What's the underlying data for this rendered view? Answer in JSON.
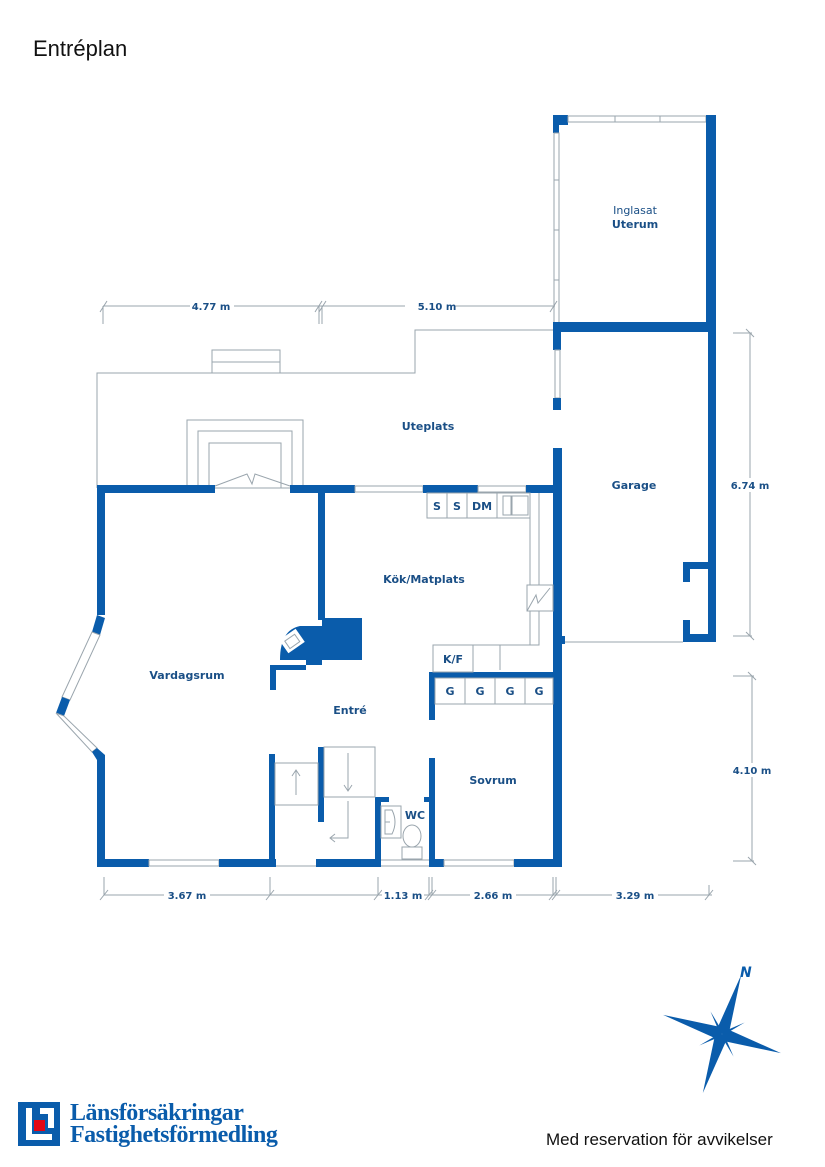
{
  "title": "Entréplan",
  "rooms": {
    "uterum_line1": "Inglasat",
    "uterum_line2": "Uterum",
    "uteplats": "Uteplats",
    "garage": "Garage",
    "kok": "Kök/Matplats",
    "vardagsrum": "Vardagsrum",
    "entre": "Entré",
    "sovrum": "Sovrum",
    "wc": "WC"
  },
  "appliances": {
    "s1": "S",
    "s2": "S",
    "dm": "DM",
    "kf": "K/F",
    "g1": "G",
    "g2": "G",
    "g3": "G",
    "g4": "G"
  },
  "dimensions": {
    "top_left": "4.77 m",
    "top_right": "5.10 m",
    "right_upper": "6.74 m",
    "right_lower": "4.10 m",
    "bottom_1": "3.67 m",
    "bottom_2": "1.13 m",
    "bottom_3": "2.66 m",
    "bottom_4": "3.29 m"
  },
  "compass": {
    "north_label": "N"
  },
  "logo": {
    "line1": "Länsförsäkringar",
    "line2": "Fastighetsförmedling"
  },
  "disclaimer": "Med reservation för avvikelser",
  "colors": {
    "wall": "#0a5cab",
    "label": "#1a4f86",
    "thin_line": "#9aa5ad",
    "logo_red": "#e30613"
  }
}
